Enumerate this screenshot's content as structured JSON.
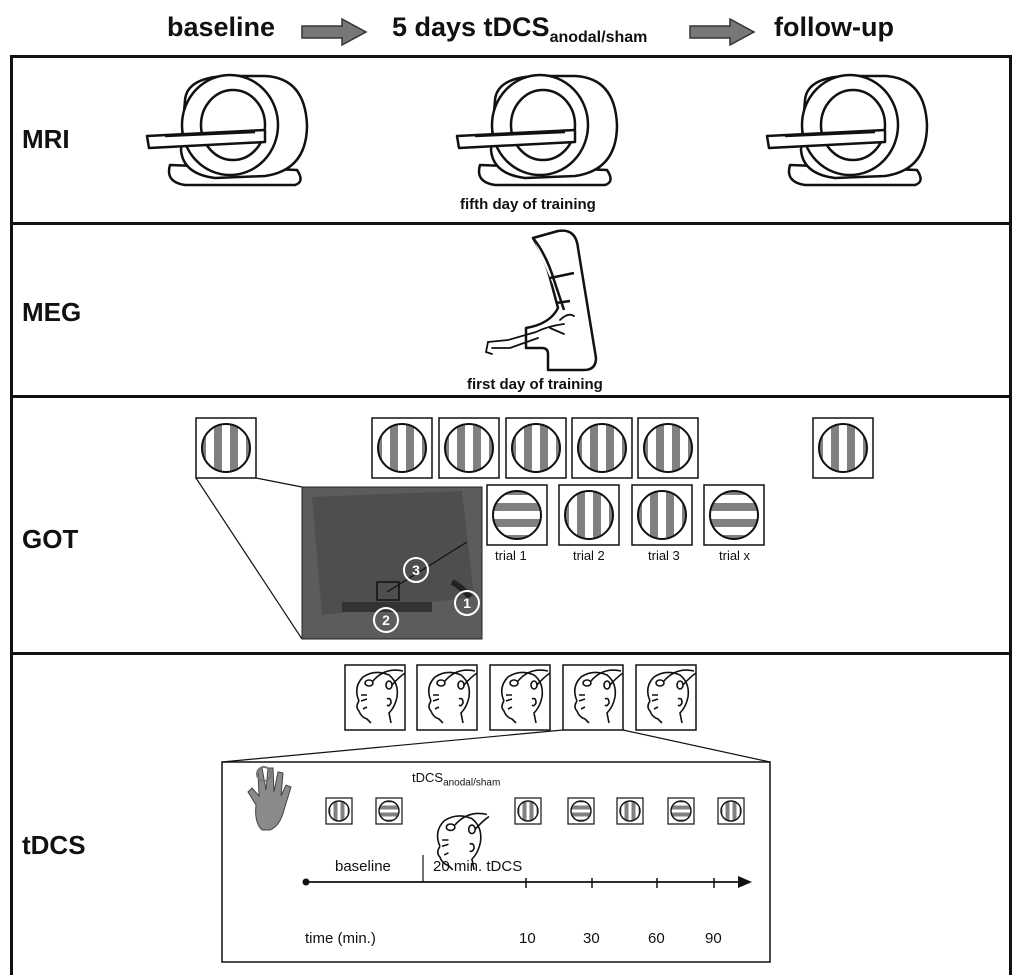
{
  "header": {
    "step1": "baseline",
    "step2_main": "5 days tDCS",
    "step2_sub": "anodal/sham",
    "step3": "follow-up"
  },
  "rows": {
    "mri": {
      "label": "MRI",
      "caption": "fifth day of training"
    },
    "meg": {
      "label": "MEG",
      "caption": "first day of training"
    },
    "got": {
      "label": "GOT",
      "trials": [
        "trial 1",
        "trial 2",
        "trial 3",
        "trial x"
      ],
      "photo_markers": [
        "1",
        "2",
        "3"
      ]
    },
    "tdcs": {
      "label": "tDCS",
      "electrode_main": "tDCS",
      "electrode_sub": "anodal/sham",
      "phase_baseline": "baseline",
      "phase_stim": "20 min. tDCS",
      "axis_label": "time (min.)",
      "ticks": [
        "10",
        "30",
        "60",
        "90"
      ]
    }
  },
  "colors": {
    "line": "#111111",
    "stripe": "#808080",
    "photo": "#5a5a5a"
  }
}
